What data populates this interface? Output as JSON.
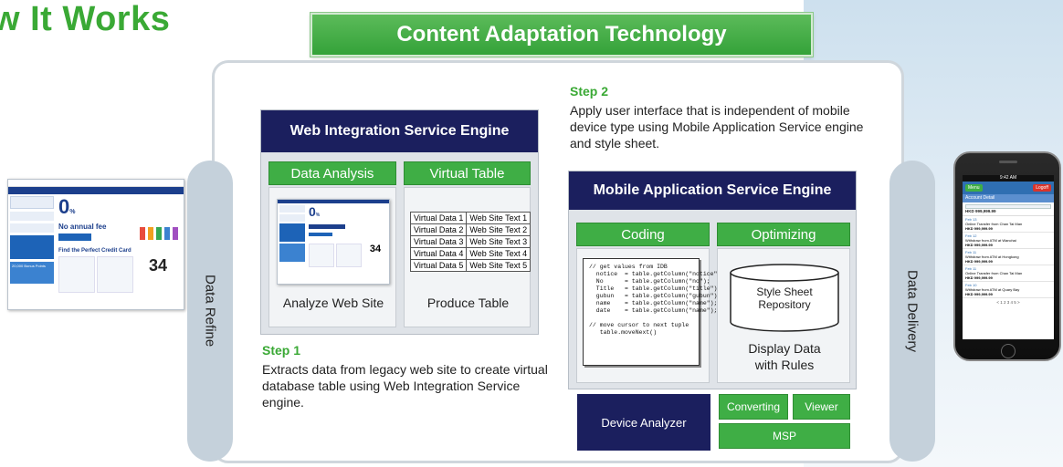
{
  "title": "w It Works",
  "banner": "Content Adaptation Technology",
  "refine_label": "Data Refine",
  "delivery_label": "Data Delivery",
  "web_engine": {
    "title": "Web Integration Service Engine",
    "analysis": {
      "label": "Data Analysis",
      "caption": "Analyze Web Site"
    },
    "virtual": {
      "label": "Virtual Table",
      "caption": "Produce Table",
      "rows": [
        [
          "Virtual Data 1",
          "Web Site Text 1"
        ],
        [
          "Virtual Data 2",
          "Web Site Text 2"
        ],
        [
          "Virtual Data 3",
          "Web Site Text 3"
        ],
        [
          "Virtual Data 4",
          "Web Site Text 4"
        ],
        [
          "Virtual Data 5",
          "Web Site Text 5"
        ]
      ]
    }
  },
  "step1": {
    "label": "Step 1",
    "text": "Extracts data from legacy web site to create virtual database table using Web Integration Service engine."
  },
  "step2": {
    "label": "Step 2",
    "text": "Apply user interface that is independent of mobile device type using Mobile Application Service engine and style sheet."
  },
  "mobile_engine": {
    "title": "Mobile Application Service Engine",
    "coding": {
      "label": "Coding",
      "code": "// get values from IDB\n  notice  = table.getColumn(\"notice\");\n  No      = table.getColumn(\"no\");\n  Title   = table.getColumn(\"title\");\n  gubun   = table.getColumn(\"gubun\");\n  name    = table.getColumn(\"name\");\n  date    = table.getColumn(\"name\");\n\n// move cursor to next tuple\n   table.moveNext()"
    },
    "optimizing": {
      "label": "Optimizing",
      "repository": "Style Sheet Repository",
      "caption": "Display Data with Rules"
    }
  },
  "device_analyzer": "Device Analyzer",
  "converting": "Converting",
  "viewer": "Viewer",
  "msp": "MSP",
  "site_thumb": {
    "big_number": "34",
    "headline": "No annual fee",
    "promo": "20,000 Bonus Points",
    "section": "Find the Perfect Credit Card"
  },
  "phone": {
    "time": "9:42 AM",
    "menu": "Menu",
    "logoff": "Logoff",
    "header": "Account Detail",
    "amount": "HKD 999,999.99",
    "entries": [
      {
        "date": "Feb 13",
        "desc": "Online Transfer from Chan Tai Man",
        "amount": "HKD 999,999.99"
      },
      {
        "date": "Feb 12",
        "desc": "Withdraw from ATM at Wanchai",
        "amount": "HKD 999,999.99"
      },
      {
        "date": "Feb 11",
        "desc": "Withdraw from ATM at Hongkong",
        "amount": "HKD 999,999.99"
      },
      {
        "date": "Feb 11",
        "desc": "Online Transfer from Chan Tai Man",
        "amount": "HKD 999,999.99"
      },
      {
        "date": "Feb 10",
        "desc": "Withdraw from ATM at Quary Bay",
        "amount": "HKD 999,999.99"
      }
    ],
    "pages": "< 1 2 3 4 5 >"
  },
  "colors": {
    "green": "#3fae45",
    "navy": "#1b1f5e",
    "title_green": "#3aa935"
  }
}
